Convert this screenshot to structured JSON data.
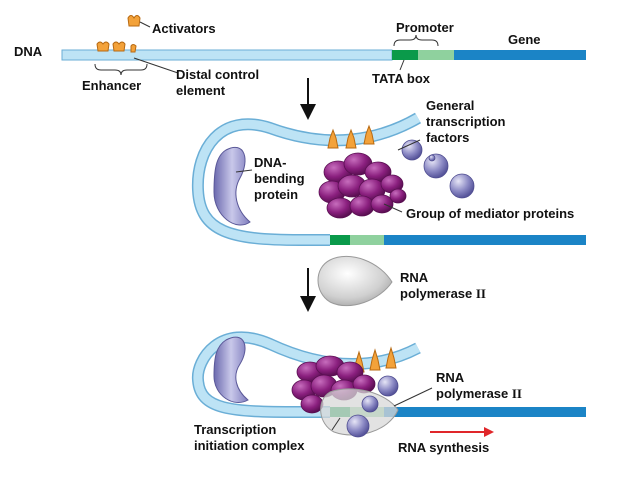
{
  "labels": {
    "dna": "DNA",
    "activators": "Activators",
    "promoter": "Promoter",
    "gene": "Gene",
    "enhancer": "Enhancer",
    "distal_control_element": [
      "Distal control",
      "element"
    ],
    "tata_box": "TATA box",
    "general_transcription_factors": [
      "General",
      "transcription",
      "factors"
    ],
    "dna_bending_protein": [
      "DNA-",
      "bending",
      "protein"
    ],
    "group_of_mediator_proteins": "Group of mediator proteins",
    "rna_polymerase_free": {
      "line1": "RNA",
      "line2_text": "polymerase ",
      "line2_numeral": "II"
    },
    "rna_polymerase_bound": {
      "line1": "RNA",
      "line2_text": "polymerase ",
      "line2_numeral": "II"
    },
    "transcription_initiation_complex": [
      "Transcription",
      "initiation complex"
    ],
    "rna_synthesis": "RNA synthesis"
  },
  "colors": {
    "dna_light": "#bde3f5",
    "dna_outline": "#6aaed6",
    "gene_blue": "#1b84c6",
    "tata_green": "#0a9a4a",
    "promoter_light_green": "#8fd19e",
    "activator_orange": "#f3a23a",
    "mediator_purple": "#8a1f7e",
    "gtf_lavender": "#8b89c4",
    "bending_protein": "#8e8cc8",
    "rna_pol_gray": "#d0d0d0",
    "rna_synthesis_arrow": "#e0262a"
  }
}
